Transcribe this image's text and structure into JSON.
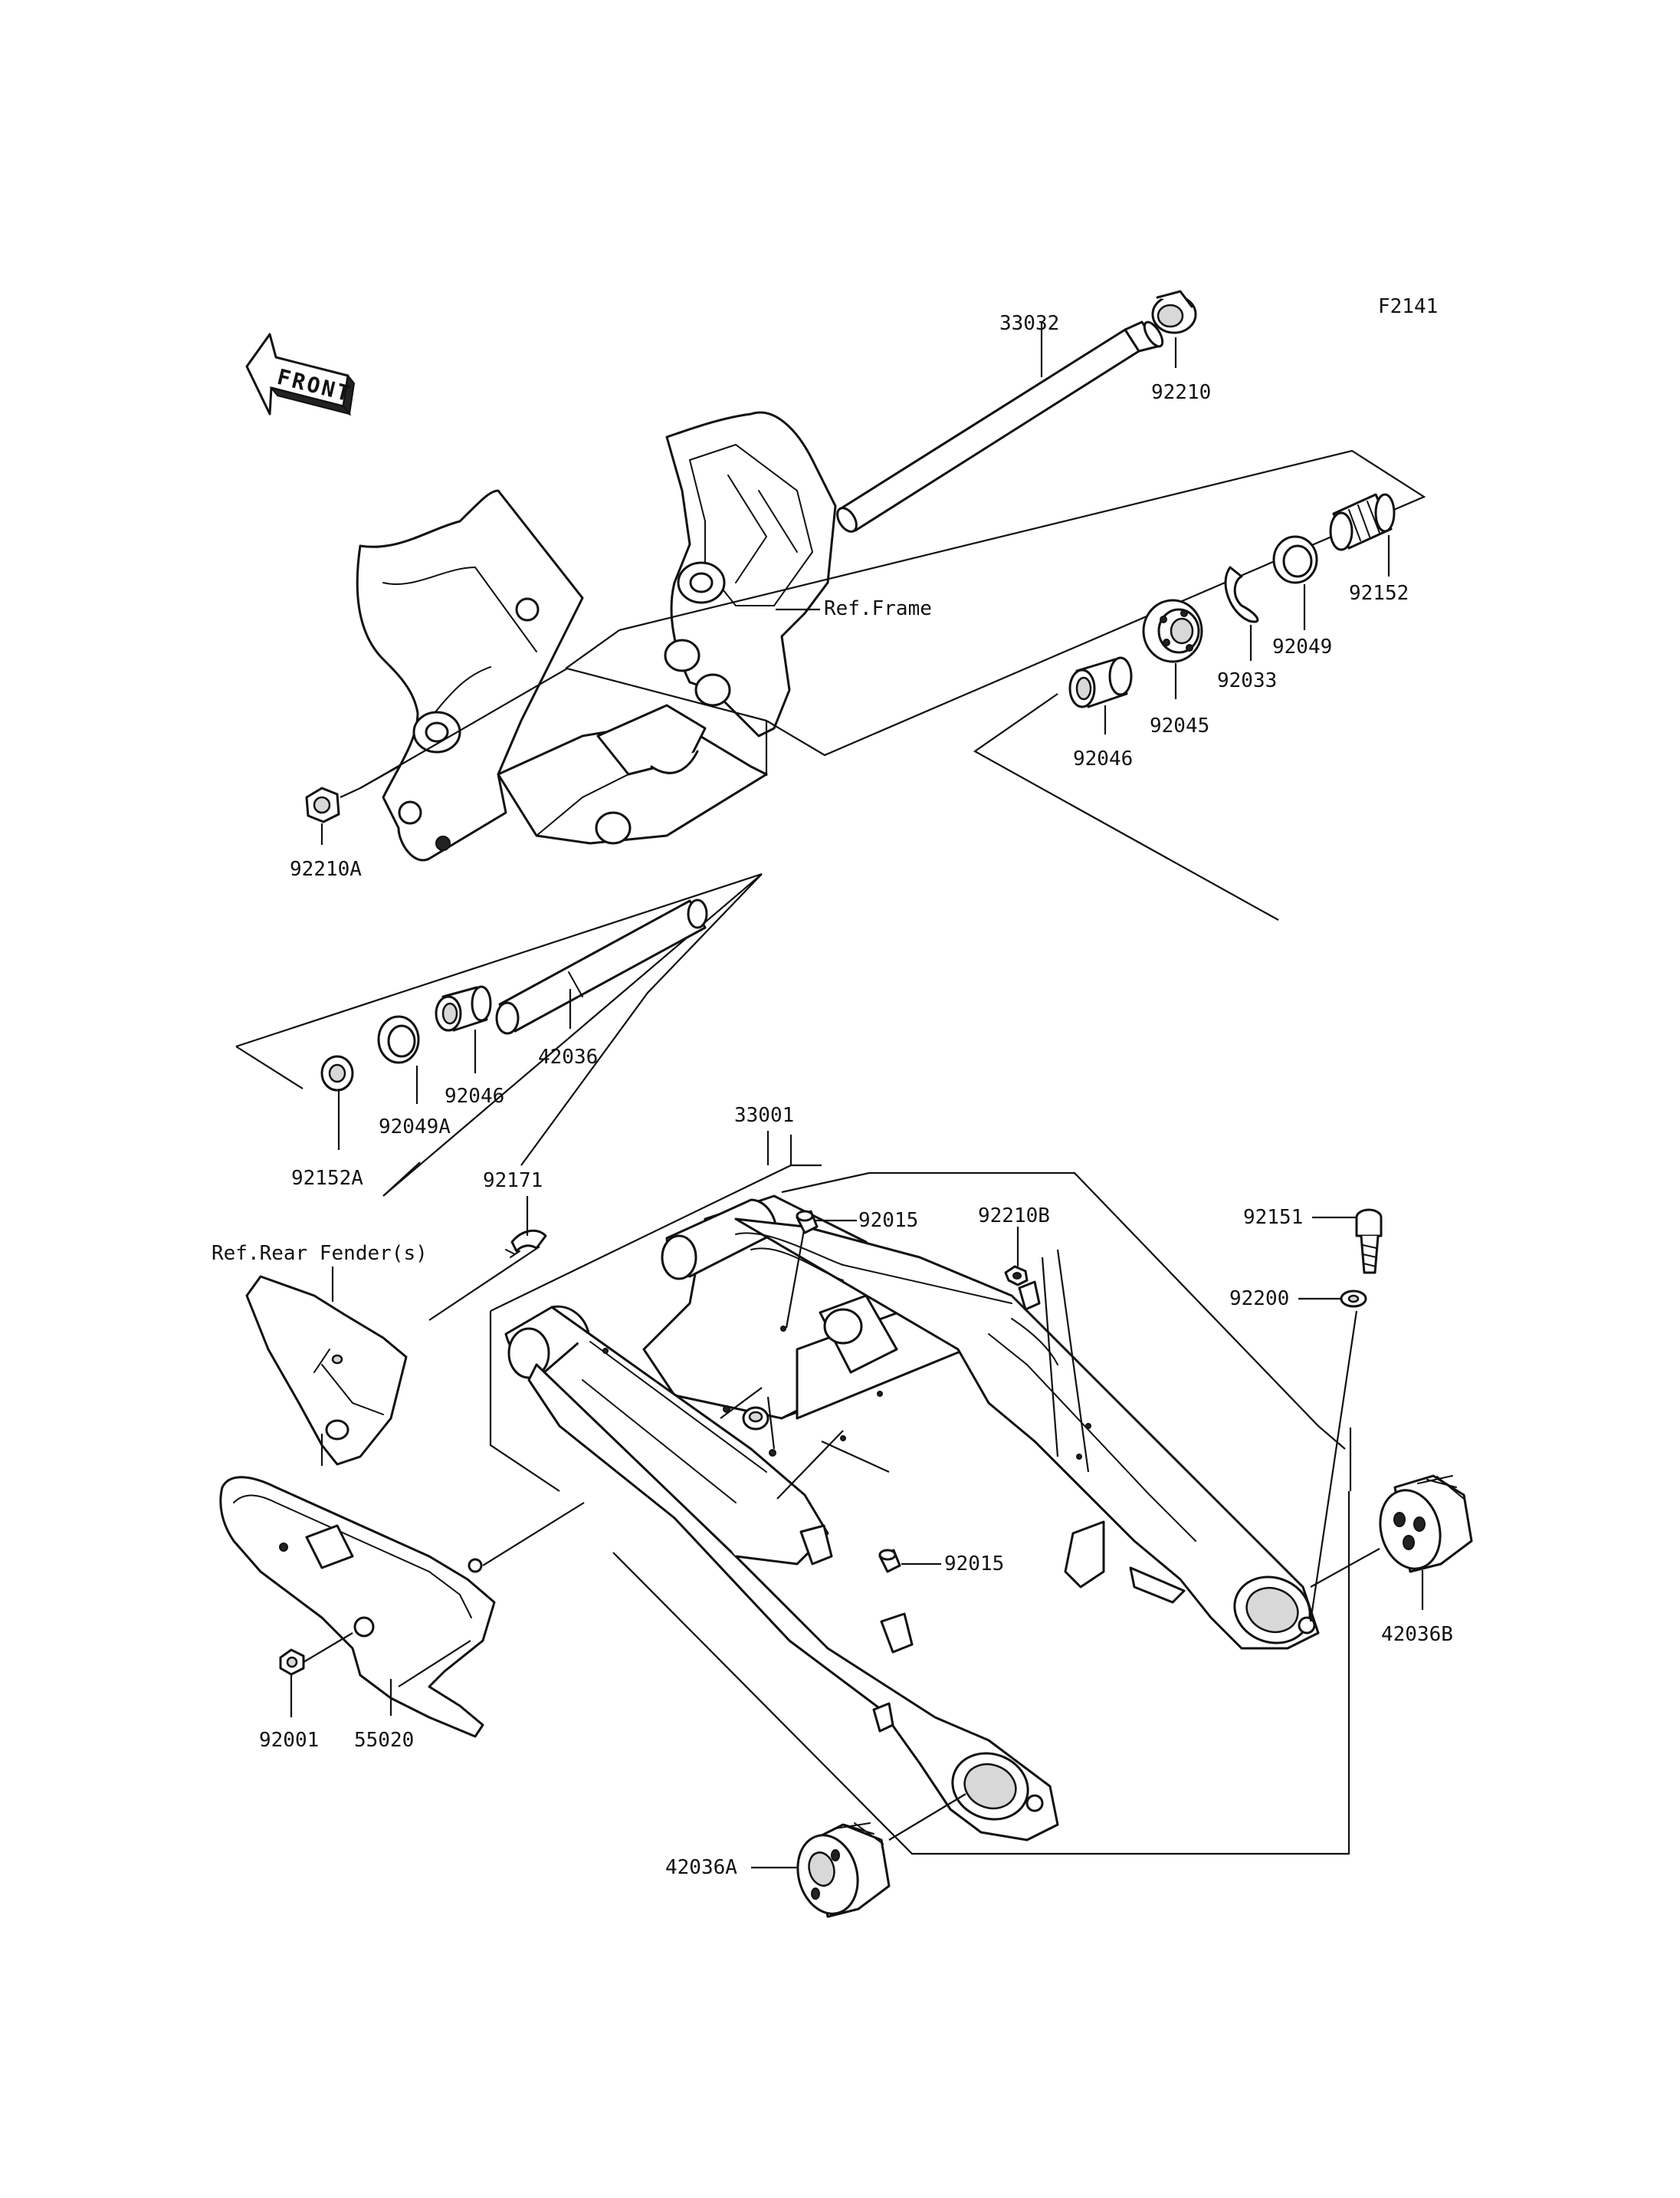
{
  "figure_code": "F2141",
  "front_arrow_label": "FRONT",
  "references": {
    "frame": "Ref.Frame",
    "rear_fender": "Ref.Rear Fender(s)"
  },
  "parts": {
    "p33032": "33032",
    "p92210": "92210",
    "p92152": "92152",
    "p92049": "92049",
    "p92033": "92033",
    "p92045": "92045",
    "p92046_upper": "92046",
    "p92210A": "92210A",
    "p42036": "42036",
    "p92046_lower": "92046",
    "p92049A": "92049A",
    "p92152A": "92152A",
    "p33001": "33001",
    "p92171": "92171",
    "p92015_upper": "92015",
    "p92210B": "92210B",
    "p92151": "92151",
    "p92200": "92200",
    "p92015_lower": "92015",
    "p42036B": "42036B",
    "p92001": "92001",
    "p55020": "55020",
    "p42036A": "42036A"
  }
}
